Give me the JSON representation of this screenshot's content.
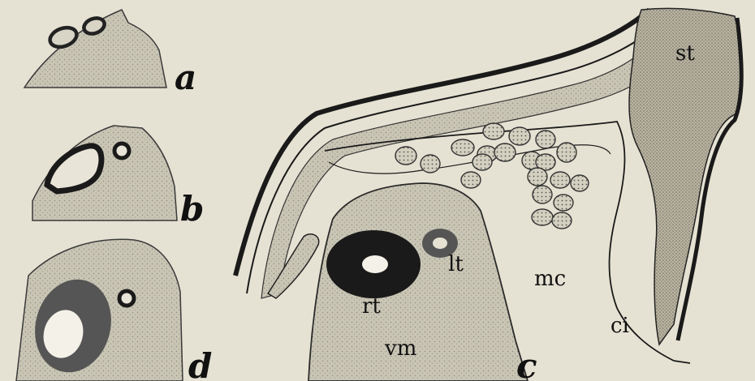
{
  "figure": {
    "panels": {
      "a": {
        "letter": "a"
      },
      "b": {
        "letter": "b"
      },
      "c": {
        "letter": "c"
      },
      "d": {
        "letter": "d"
      }
    },
    "labels": {
      "st": "st",
      "rt": "rt",
      "lt": "lt",
      "mc": "mc",
      "vm": "vm",
      "ci": "ci"
    },
    "colors": {
      "background": "#e6e2d3",
      "tissue": "#c8c4b4",
      "stipple": "#8f8a7a",
      "dark_structure": "#1a1a1a",
      "grey_structure": "#6a6a6a",
      "outline": "#111111"
    }
  }
}
